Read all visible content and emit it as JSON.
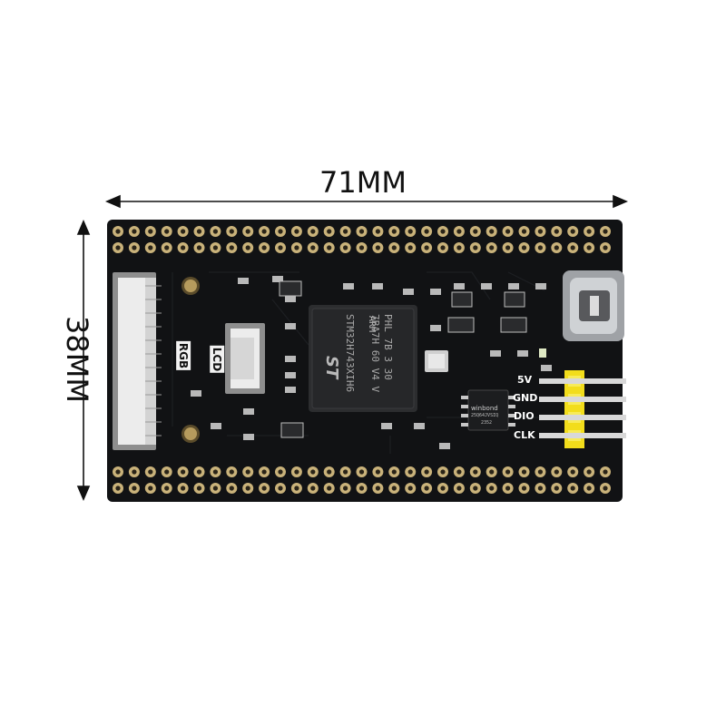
{
  "dimensions": {
    "width_label": "71MM",
    "height_label": "38MM"
  },
  "board": {
    "connector_labels": {
      "rgb": "RGB",
      "lcd": "LCD"
    },
    "debug_header": {
      "pins": [
        "5V",
        "GND",
        "DIO",
        "CLK"
      ]
    },
    "mcu": {
      "brand": "ARM",
      "maker_logo": "ST",
      "part_number": "STM32H743XIH6",
      "line2": "7BA7H 60 V4 V",
      "line3": "PHL 7B 3 30"
    },
    "flash": {
      "brand": "winbond",
      "part": "25Q64JVSIQ",
      "code": "2352"
    }
  },
  "colors": {
    "pcb": "#111214",
    "pad": "#c9b27a",
    "header_plastic": "#f2dd1b",
    "connector": "#e9e9e9"
  }
}
